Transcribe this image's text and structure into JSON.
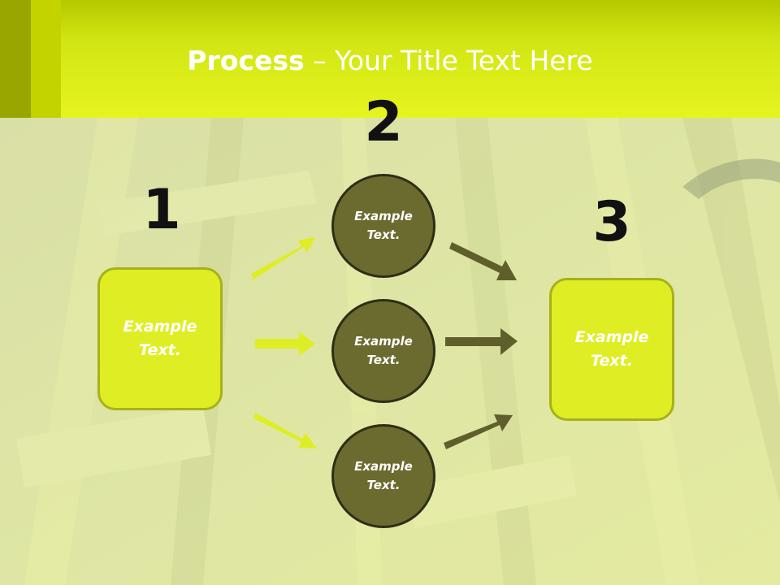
{
  "title": {
    "bold": "Process",
    "rest": " – Your Title Text Here"
  },
  "steps": [
    {
      "number": "1",
      "label": "Example\nText."
    },
    {
      "number": "2",
      "items": [
        "Example\nText.",
        "Example\nText.",
        "Example\nText."
      ]
    },
    {
      "number": "3",
      "label": "Example\nText."
    }
  ],
  "colors": {
    "header": "#dbee1c",
    "accent": "#dfee24",
    "circle": "#6b6b30",
    "arrow_light": "#dfee24",
    "arrow_dark": "#5f5f2c"
  }
}
